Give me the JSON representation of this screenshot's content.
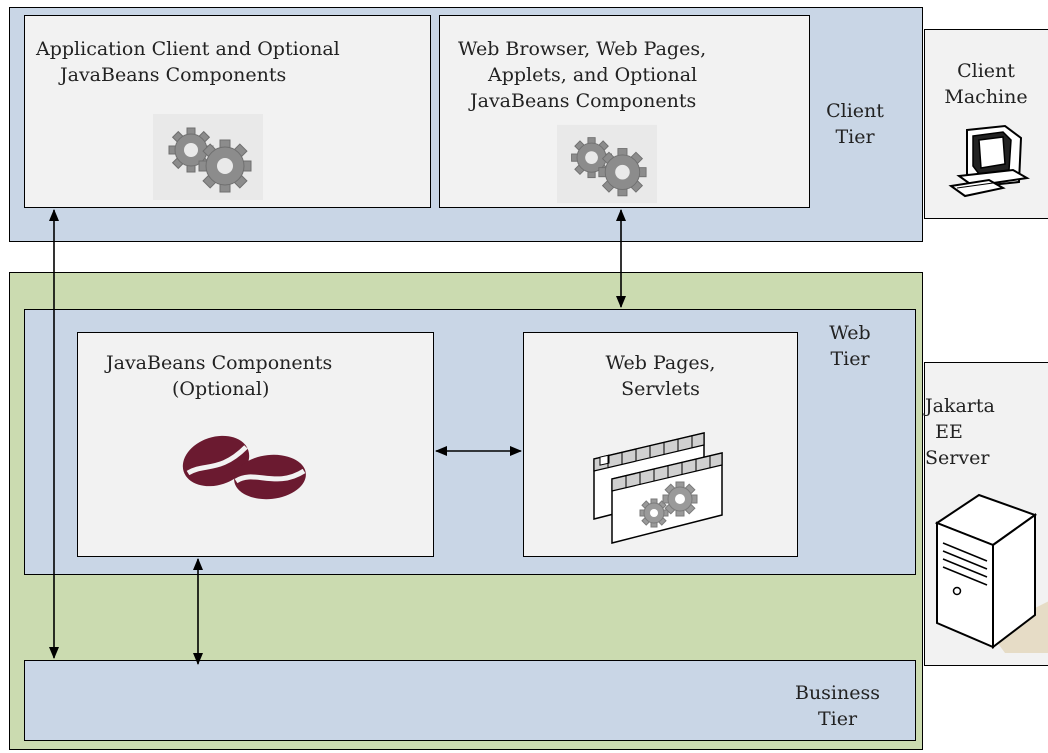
{
  "client_tier": {
    "label_line1": "Client",
    "label_line2": "Tier",
    "app_client": {
      "line1": "Application Client and Optional",
      "line2": "JavaBeans Components",
      "icon": "gears-icon"
    },
    "web_browser": {
      "line1": "Web Browser, Web Pages,",
      "line2": "Applets, and Optional",
      "line3": "JavaBeans Components",
      "icon": "gears-icon"
    }
  },
  "client_machine": {
    "line1": "Client",
    "line2": "Machine",
    "icon": "desktop-computer-icon"
  },
  "web_tier": {
    "label_line1": "Web",
    "label_line2": "Tier",
    "javabeans": {
      "line1": "JavaBeans Components",
      "line2": "(Optional)",
      "icon": "coffee-beans-icon",
      "bean_color": "#6b1a30"
    },
    "web_pages": {
      "line1": "Web Pages,",
      "line2": "Servlets",
      "icon": "web-pages-gears-icon"
    }
  },
  "business_tier": {
    "label_line1": "Business",
    "label_line2": "Tier"
  },
  "server": {
    "line1": "Jakarta",
    "line2": "EE",
    "line3": "Server",
    "icon": "tower-server-icon"
  },
  "colors": {
    "tier_blue": "#c9d6e6",
    "server_green": "#cbdbb0",
    "box_gray": "#f2f2f2",
    "border": "#000000"
  }
}
